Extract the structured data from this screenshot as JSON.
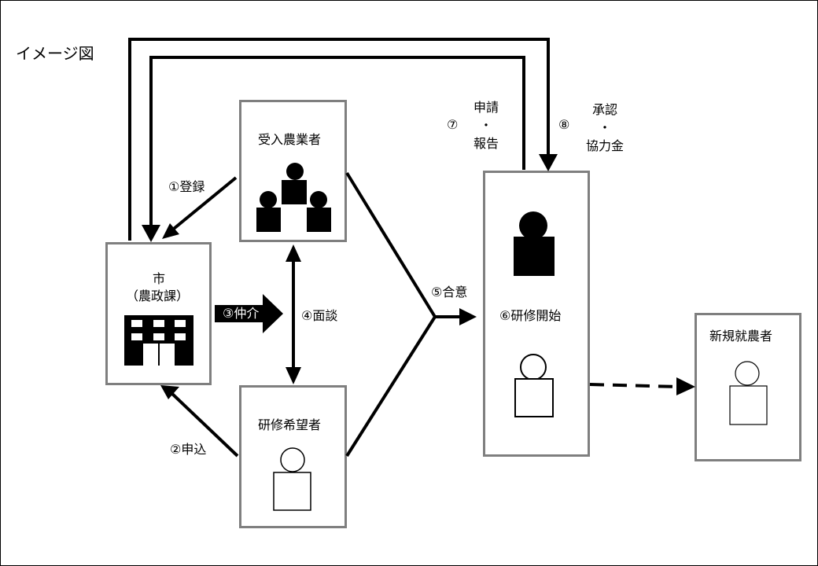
{
  "title": "イメージ図",
  "nodes": {
    "city_line1": "市",
    "city_line2": "（農政課）",
    "host_farmers": "受入農業者",
    "trainees": "研修希望者",
    "training_start": "⑥研修開始",
    "new_farmer": "新規就農者"
  },
  "steps": {
    "register": "①登録",
    "apply": "②申込",
    "mediate": "③仲介",
    "interview": "④面談",
    "agree": "⑤合意",
    "report_num": "⑦",
    "report_top": "申請",
    "report_dot": "・",
    "report_bottom": "報告",
    "approve_num": "⑧",
    "approve_top": "承認",
    "approve_dot": "・",
    "approve_bottom": "協力金"
  },
  "colors": {
    "box_border": "#7f7f7f",
    "line": "#000000"
  }
}
